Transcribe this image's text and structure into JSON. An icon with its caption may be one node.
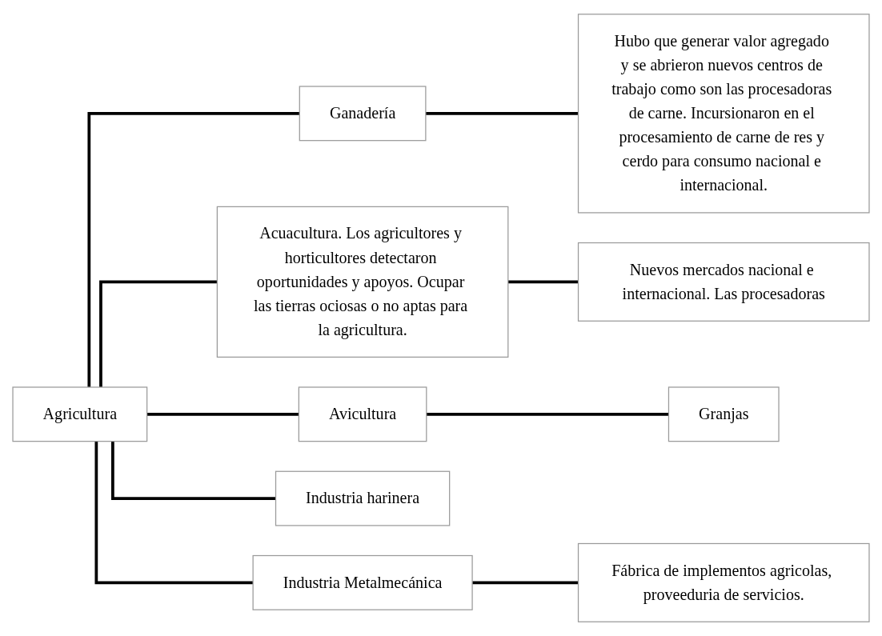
{
  "diagram": {
    "nodes": [
      {
        "text": [
          "Agricultura"
        ]
      },
      {
        "text": [
          "Ganadería"
        ]
      },
      {
        "text": [
          "Hubo que generar valor agregado y se abrieron nuevos centros de trabajo como son las procesadoras de carne. Incursionaron en el procesamiento de carne de res y cerdo para consumo nacional e internacional."
        ]
      },
      {
        "text": [
          "Acuacultura. Los agricultores y horticultores detectaron oportunidades y apoyos. Ocupar las tierras ociosas o no aptas para la agricultura."
        ]
      },
      {
        "text": [
          "Nuevos mercados nacional e internacional. Las procesadoras"
        ]
      },
      {
        "text": [
          "Avicultura"
        ]
      },
      {
        "text": [
          "Granjas"
        ]
      },
      {
        "text": [
          "Industria harinera"
        ]
      },
      {
        "text": [
          "Industria Metalmecánica"
        ]
      },
      {
        "text": [
          "Fábrica de implementos agricolas, proveeduria de servicios."
        ]
      }
    ],
    "edges": [
      {
        "from": 0,
        "to": 1,
        "arrow": "none"
      },
      {
        "from": 0,
        "to": 3,
        "arrow": "none"
      },
      {
        "from": 0,
        "to": 5,
        "arrow": "none"
      },
      {
        "from": 0,
        "to": 7,
        "arrow": "none"
      },
      {
        "from": 0,
        "to": 8,
        "arrow": "none"
      },
      {
        "from": 1,
        "to": 2,
        "arrow": "none"
      },
      {
        "from": 3,
        "to": 4,
        "arrow": "none"
      },
      {
        "from": 5,
        "to": 6,
        "arrow": "none"
      },
      {
        "from": 8,
        "to": 9,
        "arrow": "none"
      }
    ]
  }
}
